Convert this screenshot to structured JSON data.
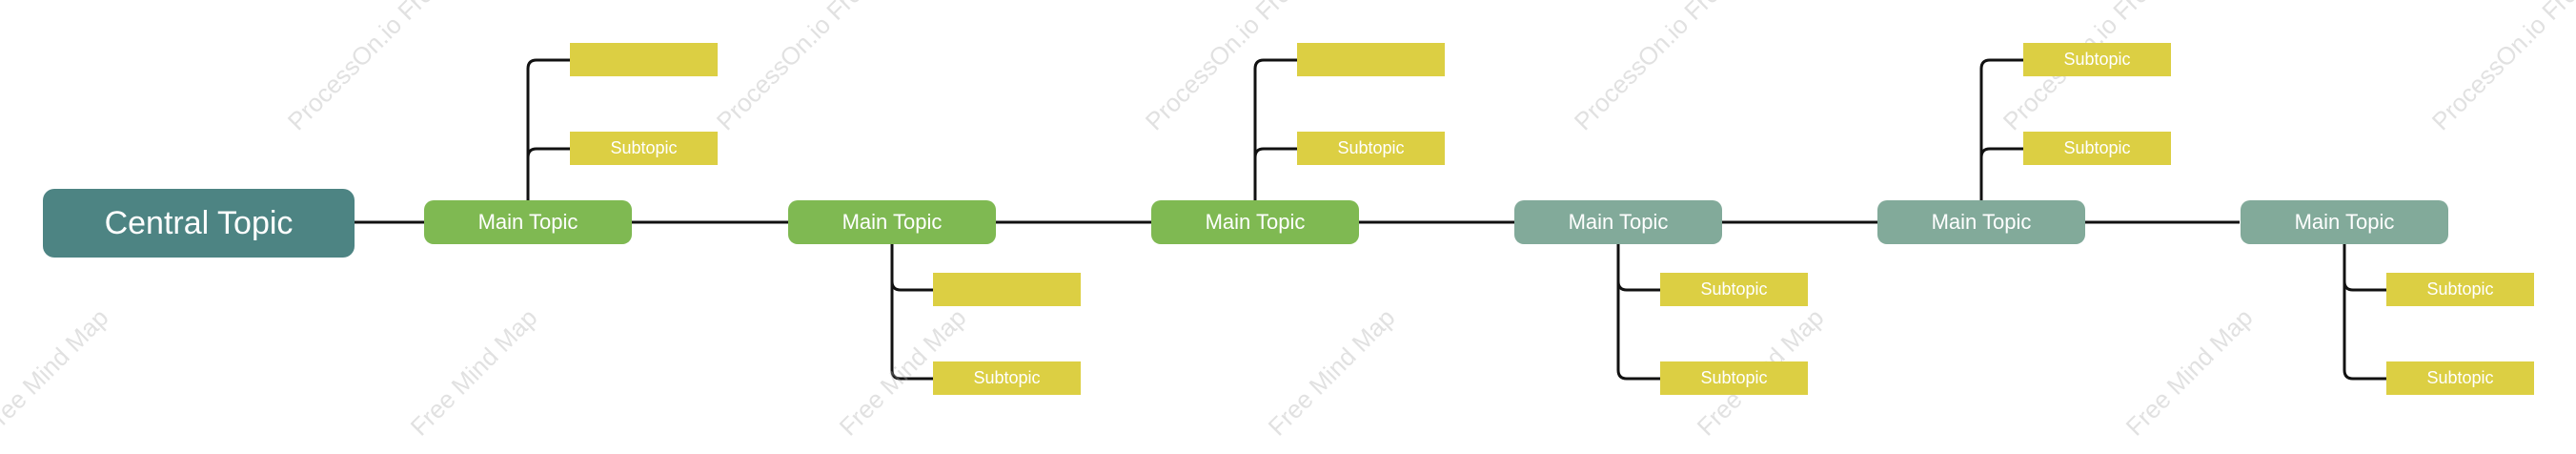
{
  "mindmap": {
    "central": {
      "label": "Central Topic",
      "color": "#4d8483"
    },
    "colors": {
      "main_green": "#7fb952",
      "main_teal": "#82aa9a",
      "subtopic": "#dccf43",
      "connector": "#111111",
      "text": "#ffffff"
    },
    "main_topics": [
      {
        "label": "Main Topic",
        "color": "#7fb952",
        "subtopics_above": [
          "",
          "Subtopic"
        ],
        "subtopics_below": []
      },
      {
        "label": "Main Topic",
        "color": "#7fb952",
        "subtopics_above": [],
        "subtopics_below": [
          "",
          "Subtopic"
        ]
      },
      {
        "label": "Main Topic",
        "color": "#7fb952",
        "subtopics_above": [
          "",
          "Subtopic"
        ],
        "subtopics_below": []
      },
      {
        "label": "Main Topic",
        "color": "#82aa9a",
        "subtopics_above": [],
        "subtopics_below": [
          "Subtopic",
          "Subtopic"
        ]
      },
      {
        "label": "Main Topic",
        "color": "#82aa9a",
        "subtopics_above": [
          "Subtopic",
          "Subtopic"
        ],
        "subtopics_below": []
      },
      {
        "label": "Main Topic",
        "color": "#82aa9a",
        "subtopics_above": [],
        "subtopics_below": [
          "Subtopic",
          "Subtopic"
        ]
      }
    ]
  },
  "watermarks": {
    "top_text": "ProcessOn.io Free",
    "bottom_text": "Free Mind Map"
  }
}
